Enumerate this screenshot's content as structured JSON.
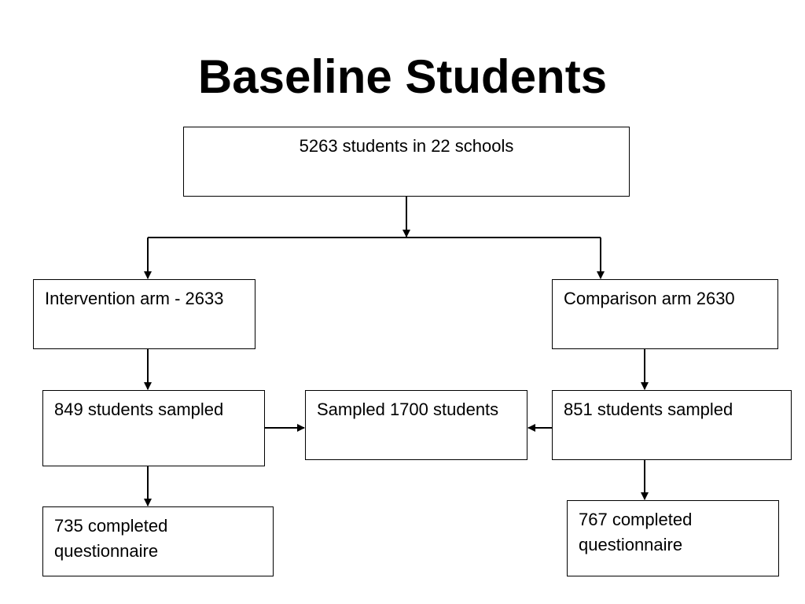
{
  "title": "Baseline Students",
  "nodes": {
    "root": "5263 students in 22 schools",
    "intervention_arm": "Intervention arm - 2633",
    "comparison_arm": "Comparison arm 2630",
    "intervention_sampled": "849 students sampled",
    "total_sampled": "Sampled 1700 students",
    "comparison_sampled": "851 students sampled",
    "intervention_completed": "735 completed questionnaire",
    "comparison_completed": "767 completed questionnaire"
  }
}
